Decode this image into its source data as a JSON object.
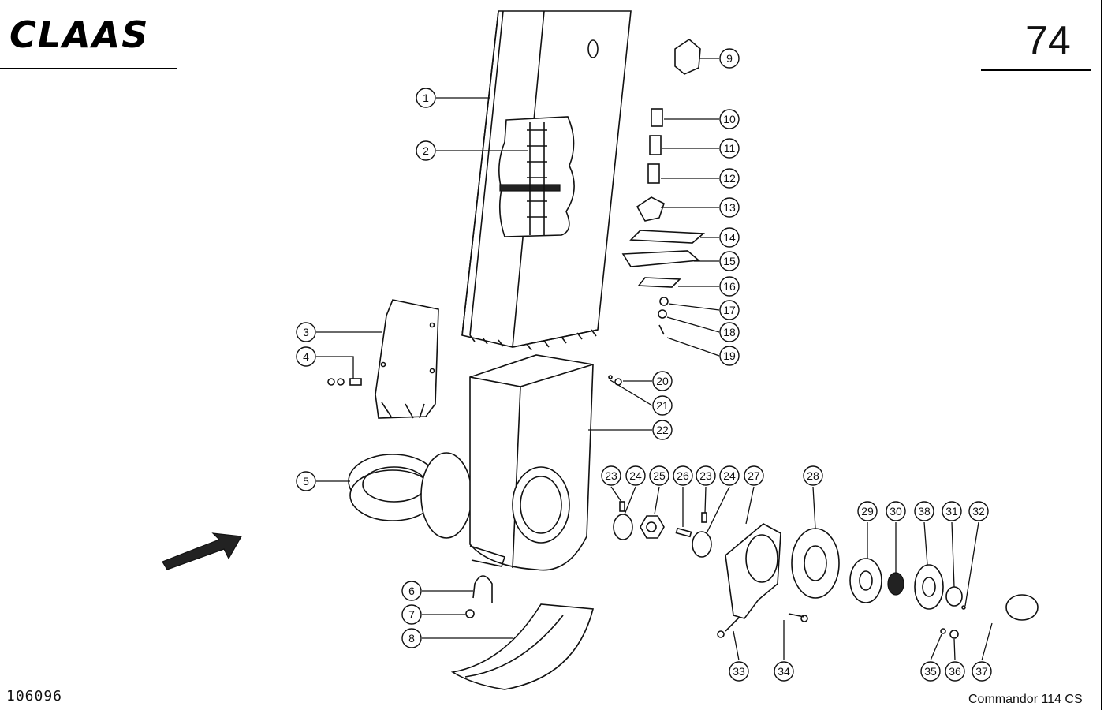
{
  "header": {
    "brand": "CLAAS",
    "page_number": "74"
  },
  "footer": {
    "drawing_number": "106096",
    "model": "Commandor 114 CS"
  },
  "callouts": [
    "1",
    "2",
    "3",
    "4",
    "5",
    "6",
    "7",
    "8",
    "9",
    "10",
    "11",
    "12",
    "13",
    "14",
    "15",
    "16",
    "17",
    "18",
    "19",
    "20",
    "21",
    "22",
    "23",
    "24",
    "25",
    "26",
    "23",
    "24",
    "27",
    "28",
    "29",
    "30",
    "38",
    "31",
    "32",
    "33",
    "34",
    "35",
    "36",
    "37"
  ]
}
